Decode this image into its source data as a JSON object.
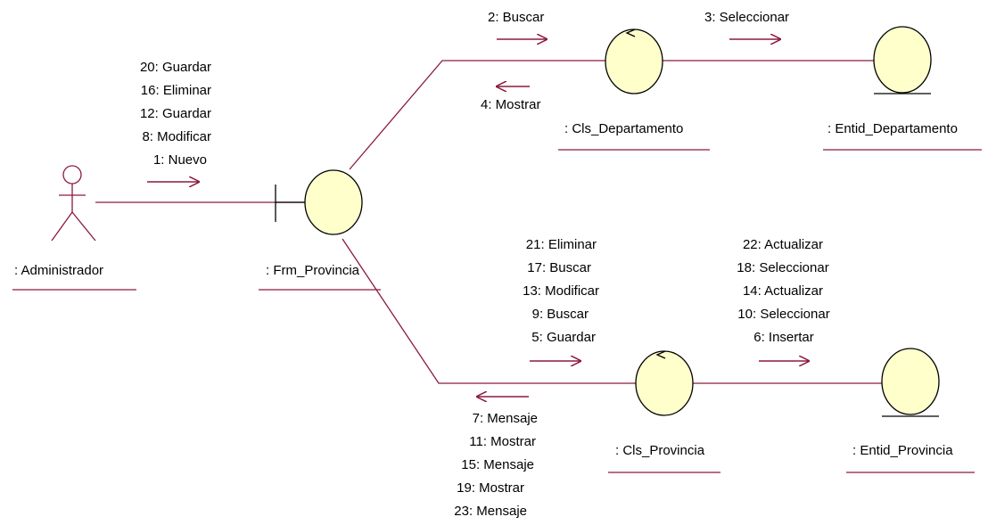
{
  "colors": {
    "line": "#8b1a3c",
    "circle_fill": "#ffffcc",
    "circle_stroke": "#000000",
    "text": "#000000"
  },
  "objects": {
    "administrador": ": Administrador",
    "frm_provincia": ": Frm_Provincia",
    "cls_departamento": ": Cls_Departamento",
    "entid_departamento": ": Entid_Departamento",
    "cls_provincia": ": Cls_Provincia",
    "entid_provincia": ": Entid_Provincia"
  },
  "messages": {
    "admin_to_frm": [
      "20: Guardar",
      "16: Eliminar",
      "12: Guardar",
      "8: Modificar",
      "1: Nuevo"
    ],
    "frm_to_clsdep": [
      "2: Buscar"
    ],
    "clsdep_to_frm": [
      "4: Mostrar"
    ],
    "clsdep_to_entdep": [
      "3: Seleccionar"
    ],
    "frm_to_clsprov": [
      "21: Eliminar",
      "17: Buscar",
      "13: Modificar",
      "9: Buscar",
      "5: Guardar"
    ],
    "clsprov_to_frm": [
      "7: Mensaje",
      "11: Mostrar",
      "15: Mensaje",
      "19: Mostrar",
      "23: Mensaje"
    ],
    "clsprov_to_entprov": [
      "22: Actualizar",
      "18: Seleccionar",
      "14: Actualizar",
      "10: Seleccionar",
      "6: Insertar"
    ]
  }
}
